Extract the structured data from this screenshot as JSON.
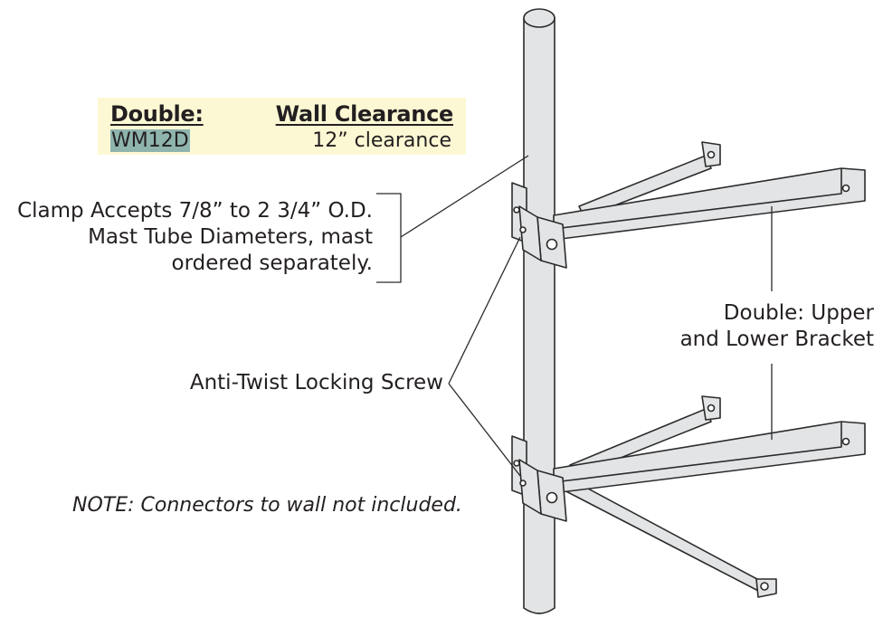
{
  "table": {
    "header_model": "Double:",
    "header_clearance": "Wall Clearance",
    "model": "WM12D",
    "clearance": "12” clearance"
  },
  "callouts": {
    "clamp": [
      "Clamp Accepts 7/8” to 2 3/4” O.D.",
      "Mast Tube Diameters, mast",
      "ordered separately."
    ],
    "bracket": [
      "Double: Upper",
      "and Lower Bracket"
    ],
    "screw": "Anti-Twist Locking Screw",
    "note": "NOTE: Connectors to wall not included."
  },
  "colors": {
    "table_bg": "#fdf8d4",
    "model_highlight": "#8fb4ae",
    "metal": "#e3e4e5",
    "outline": "#2b2b2b"
  }
}
